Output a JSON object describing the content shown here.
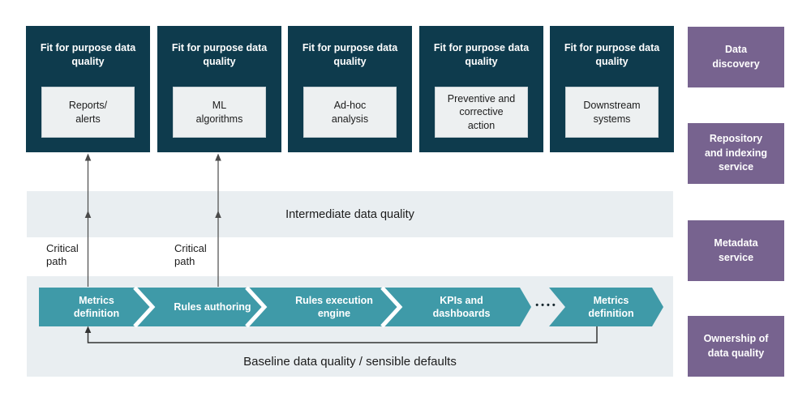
{
  "colors": {
    "dark_box": "#0e3b4d",
    "teal_chevron": "#3f9aa8",
    "purple_box": "#77638f",
    "band_gray": "#e9eef1",
    "inner_box": "#edf0f1",
    "arrow": "#3a3a3a",
    "text_dark": "#1c1c1c",
    "text_white": "#ffffff"
  },
  "fit_boxes": [
    {
      "heading": "Fit for purpose data\nquality",
      "label": "Reports/\nalerts"
    },
    {
      "heading": "Fit for purpose data\nquality",
      "label": "ML\nalgorithms"
    },
    {
      "heading": "Fit for purpose data\nquality",
      "label": "Ad-hoc\nanalysis"
    },
    {
      "heading": "Fit for purpose data\nquality",
      "label": "Preventive and\ncorrective\naction"
    },
    {
      "heading": "Fit for purpose data\nquality",
      "label": "Downstream\nsystems"
    }
  ],
  "side_boxes": [
    {
      "label": "Data\ndiscovery"
    },
    {
      "label": "Repository\nand indexing\nservice"
    },
    {
      "label": "Metadata\nservice"
    },
    {
      "label": "Ownership of\ndata quality"
    }
  ],
  "bands": {
    "intermediate_label": "Intermediate data quality",
    "baseline_label": "Baseline data quality / sensible defaults"
  },
  "critical_paths": [
    {
      "label": "Critical\npath"
    },
    {
      "label": "Critical\npath"
    }
  ],
  "process": {
    "steps": [
      {
        "label": "Metrics\ndefinition"
      },
      {
        "label": "Rules authoring"
      },
      {
        "label": "Rules execution\nengine"
      },
      {
        "label": "KPIs and\ndashboards"
      },
      {
        "label": "Metrics\ndefinition"
      }
    ],
    "dots": "••••"
  }
}
